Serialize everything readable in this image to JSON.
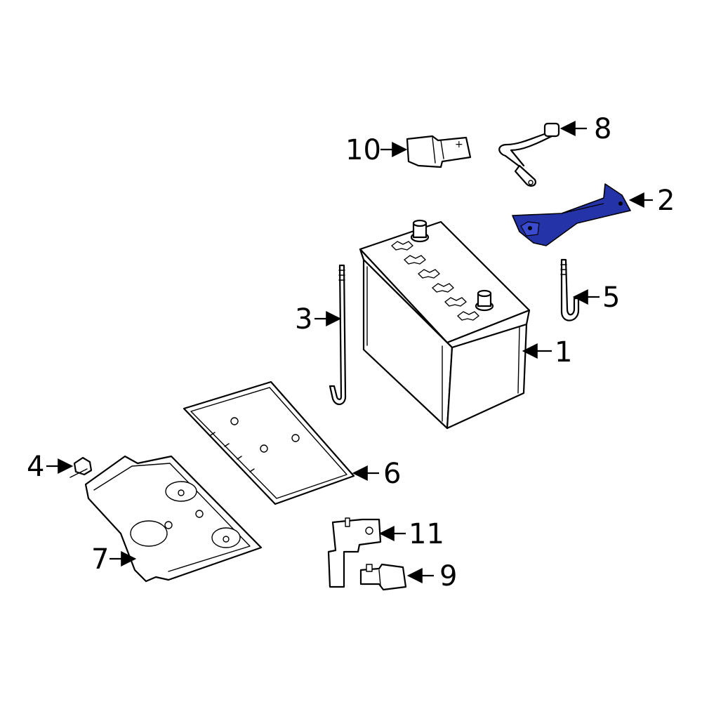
{
  "diagram": {
    "highlight_color": "#2433a8",
    "parts": [
      {
        "id": "battery",
        "callout": "1"
      },
      {
        "id": "hold-down-bracket",
        "callout": "2",
        "highlighted": true
      },
      {
        "id": "hold-down-rod-left",
        "callout": "3"
      },
      {
        "id": "clip",
        "callout": "4"
      },
      {
        "id": "hold-down-rod-right",
        "callout": "5"
      },
      {
        "id": "battery-tray",
        "callout": "6"
      },
      {
        "id": "tray-support",
        "callout": "7"
      },
      {
        "id": "cable",
        "callout": "8"
      },
      {
        "id": "sensor",
        "callout": "9"
      },
      {
        "id": "terminal-cover",
        "callout": "10",
        "plus_sign": "+"
      },
      {
        "id": "bracket",
        "callout": "11"
      }
    ]
  }
}
